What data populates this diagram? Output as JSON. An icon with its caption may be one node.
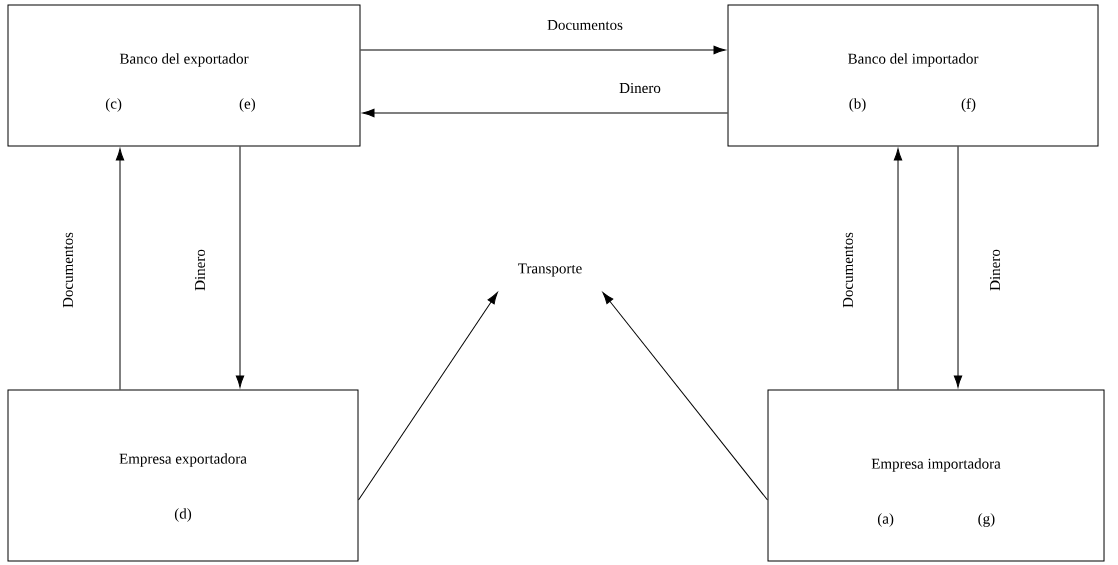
{
  "diagram": {
    "nodes": [
      {
        "text": [
          "Banco del exportador",
          "(c)",
          "(e)"
        ]
      },
      {
        "text": [
          "Banco del importador",
          "(b)",
          "(f)"
        ]
      },
      {
        "text": [
          "Transporte"
        ]
      },
      {
        "text": [
          "Empresa exportadora",
          "(d)"
        ]
      },
      {
        "text": [
          "Empresa importadora",
          "(a)",
          "(g)"
        ]
      }
    ],
    "edges": [
      {
        "from": 0,
        "to": 1,
        "arrow": "to",
        "label": "Documentos"
      },
      {
        "from": 1,
        "to": 0,
        "arrow": "to",
        "label": "Dinero"
      },
      {
        "from": 3,
        "to": 0,
        "arrow": "to",
        "label": "Documentos"
      },
      {
        "from": 0,
        "to": 3,
        "arrow": "to",
        "label": "Dinero"
      },
      {
        "from": 4,
        "to": 1,
        "arrow": "to",
        "label": "Documentos"
      },
      {
        "from": 1,
        "to": 4,
        "arrow": "to",
        "label": "Dinero"
      },
      {
        "from": 3,
        "to": 2,
        "arrow": "to"
      },
      {
        "from": 4,
        "to": 2,
        "arrow": "to"
      }
    ]
  }
}
